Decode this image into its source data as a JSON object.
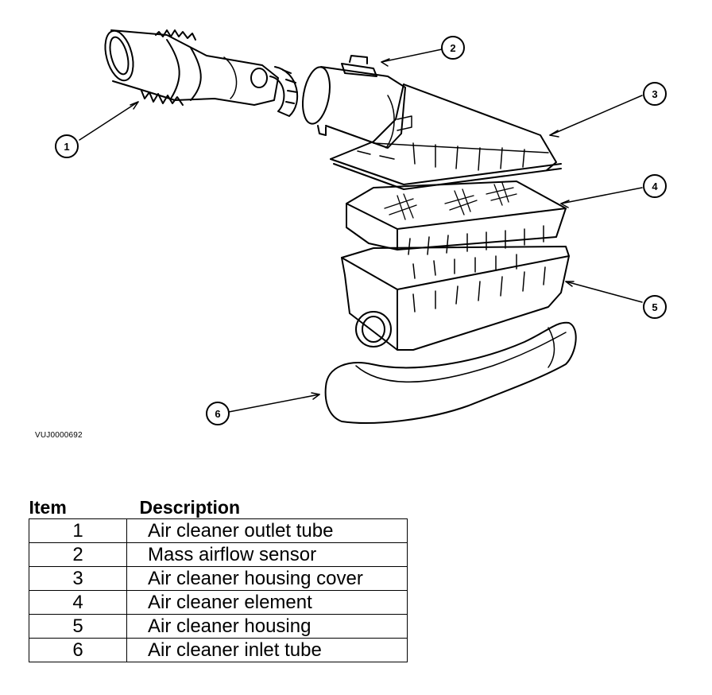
{
  "figure_code": "VUJ0000692",
  "callouts": [
    "1",
    "2",
    "3",
    "4",
    "5",
    "6"
  ],
  "legend": {
    "header_item": "Item",
    "header_description": "Description",
    "rows": [
      {
        "item": "1",
        "description": "Air cleaner outlet tube"
      },
      {
        "item": "2",
        "description": "Mass airflow sensor"
      },
      {
        "item": "3",
        "description": "Air cleaner housing cover"
      },
      {
        "item": "4",
        "description": "Air cleaner element"
      },
      {
        "item": "5",
        "description": "Air cleaner housing"
      },
      {
        "item": "6",
        "description": "Air cleaner inlet tube"
      }
    ]
  }
}
